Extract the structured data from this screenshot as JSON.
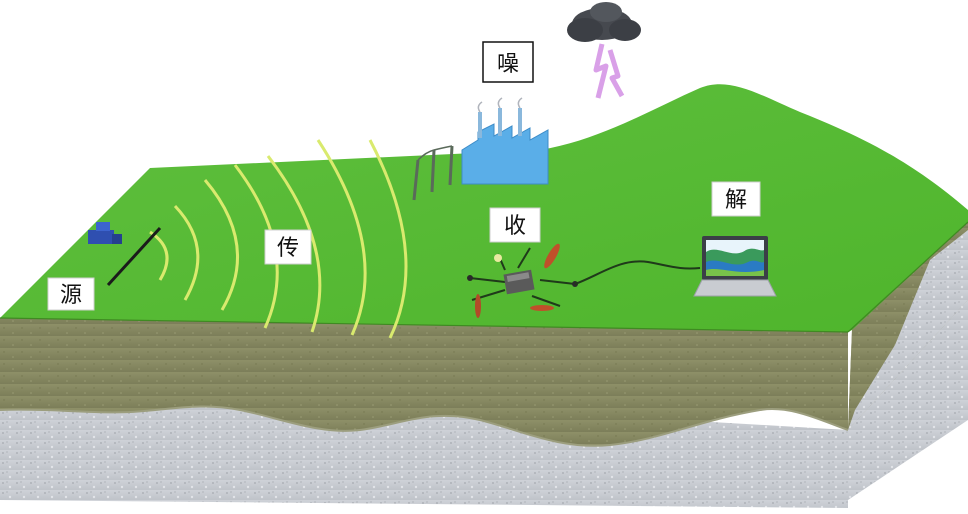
{
  "labels": {
    "source": "源",
    "propagation": "传",
    "noise": "噪",
    "receive": "收",
    "interpret": "解"
  },
  "colors": {
    "grass_top": "#5cc83a",
    "grass_dark": "#46a82a",
    "soil": "#8d8f66",
    "soil_dark": "#6d6f4c",
    "bedrock": "#c9ccd2",
    "wave": "#d8e870",
    "factory": "#5aaee8",
    "cloud": "#44484e",
    "lightning": "#d9a0e8",
    "cable": "#1f3a1a",
    "source_device": "#2f4fb0"
  },
  "icons": {
    "source_device": "truck-icon",
    "factory": "factory-icon",
    "storm": "storm-cloud-icon",
    "receiver": "seismometer-icon",
    "laptop": "laptop-icon"
  }
}
